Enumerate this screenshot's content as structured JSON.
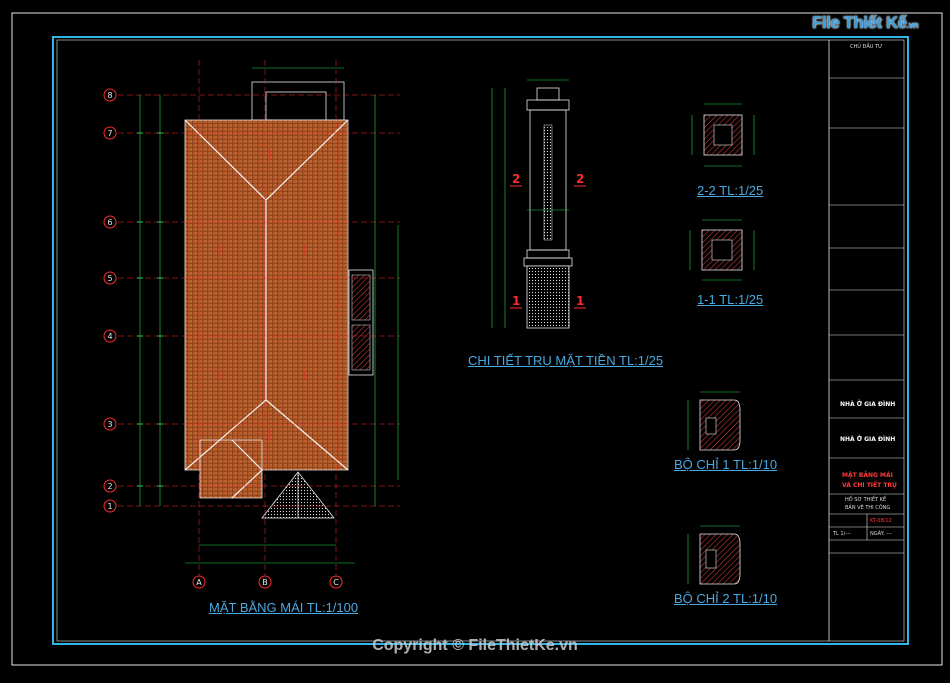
{
  "watermark": {
    "logo_text": "File Thiết Kế",
    "logo_suffix": ".vn",
    "copyright": "Copyright © FileThietKe.vn"
  },
  "drawings": {
    "roof_plan_title": "MẶT BẰNG MÁI",
    "roof_plan_scale": "TL:1/100",
    "column_detail_title": "CHI TIẾT TRỤ MẶT TIỀN",
    "column_detail_scale": "TL:1/25",
    "section_22_title": "2-2",
    "section_22_scale": "TL:1/25",
    "section_11_title": "1-1",
    "section_11_scale": "TL:1/25",
    "profile_1_title": "BỘ CHỈ 1",
    "profile_1_scale": "TL:1/10",
    "profile_2_title": "BỘ CHỈ 2",
    "profile_2_scale": "TL:1/10"
  },
  "grid": {
    "rows": [
      "8",
      "7",
      "6",
      "5",
      "4",
      "3",
      "2",
      "1"
    ],
    "cols": [
      "A",
      "B",
      "C"
    ]
  },
  "section_marks": {
    "upper_left": "2",
    "upper_right": "2",
    "lower_left": "1",
    "lower_right": "1"
  },
  "title_block": {
    "investor": "CHỦ ĐẦU TƯ",
    "project_name": "NHÀ Ở GIA ĐÌNH",
    "item_name": "NHÀ Ở GIA ĐÌNH",
    "drawing_name_1": "MẶT BẰNG MÁI",
    "drawing_name_2": "VÀ CHI TIẾT TRỤ",
    "stage_1": "HỒ SƠ THIẾT KẾ",
    "stage_2": "BẢN VẼ THI CÔNG",
    "drawing_no": "KT-08/12",
    "scale": "TL 1/---",
    "date": "NGÀY: ---"
  },
  "colors": {
    "frame": "#2fb5e6",
    "line": "#e6e6e6",
    "dim": "#22d34a",
    "axis": "#ff2a2a",
    "roof": "#b8602e",
    "text": "#4aa8e0"
  }
}
